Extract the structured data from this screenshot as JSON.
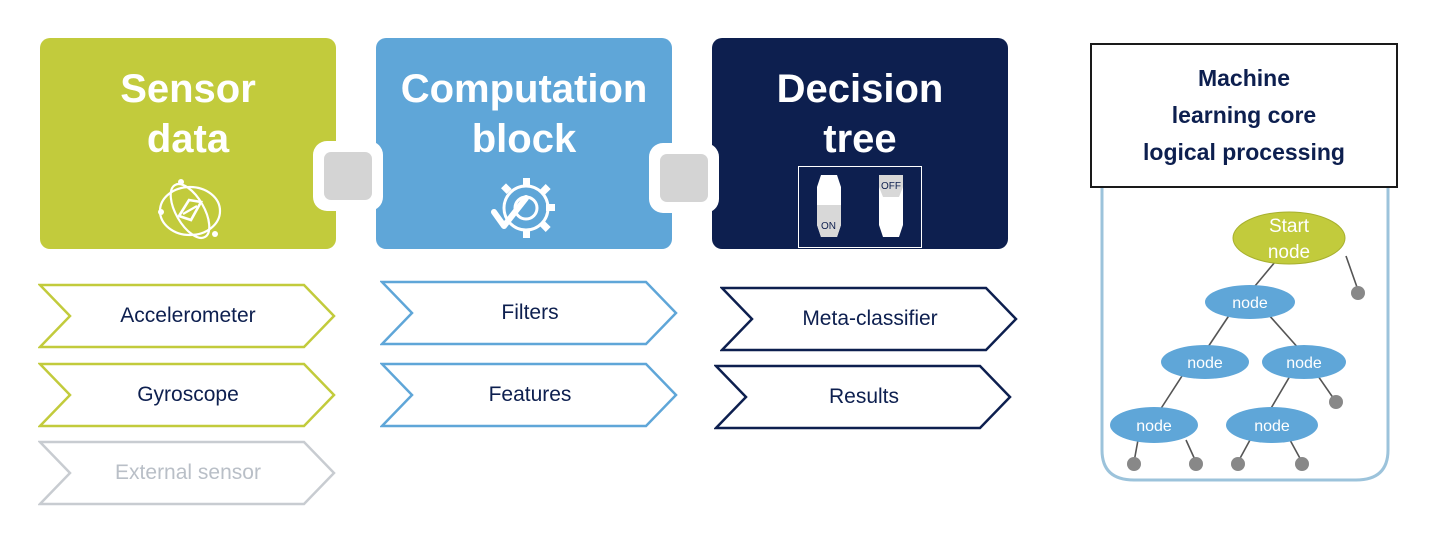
{
  "blocks": {
    "sensor": {
      "title": "Sensor\ndata",
      "icon": "sensor-orbit-icon",
      "color": "#c2cb3c"
    },
    "computation": {
      "title": "Computation\nblock",
      "icon": "gear-check-icon",
      "color": "#5fa6d8"
    },
    "decision": {
      "title": "Decision\ntree",
      "icon": "on-off-switch-icon",
      "color": "#0d1f4f",
      "switch_on": "ON",
      "switch_off": "OFF"
    }
  },
  "sensor_items": [
    "Accelerometer",
    "Gyroscope",
    "External sensor"
  ],
  "computation_items": [
    "Filters",
    "Features"
  ],
  "decision_items": [
    "Meta-classifier",
    "Results"
  ],
  "mlc": {
    "title": "Machine\nlearning core\nlogical processing",
    "start_node": "Start\nnode",
    "node_label": "node",
    "start_color": "#c2cb3c",
    "node_color": "#5fa6d8",
    "leaf_color": "#888888",
    "container_border": "#9cc3db"
  }
}
